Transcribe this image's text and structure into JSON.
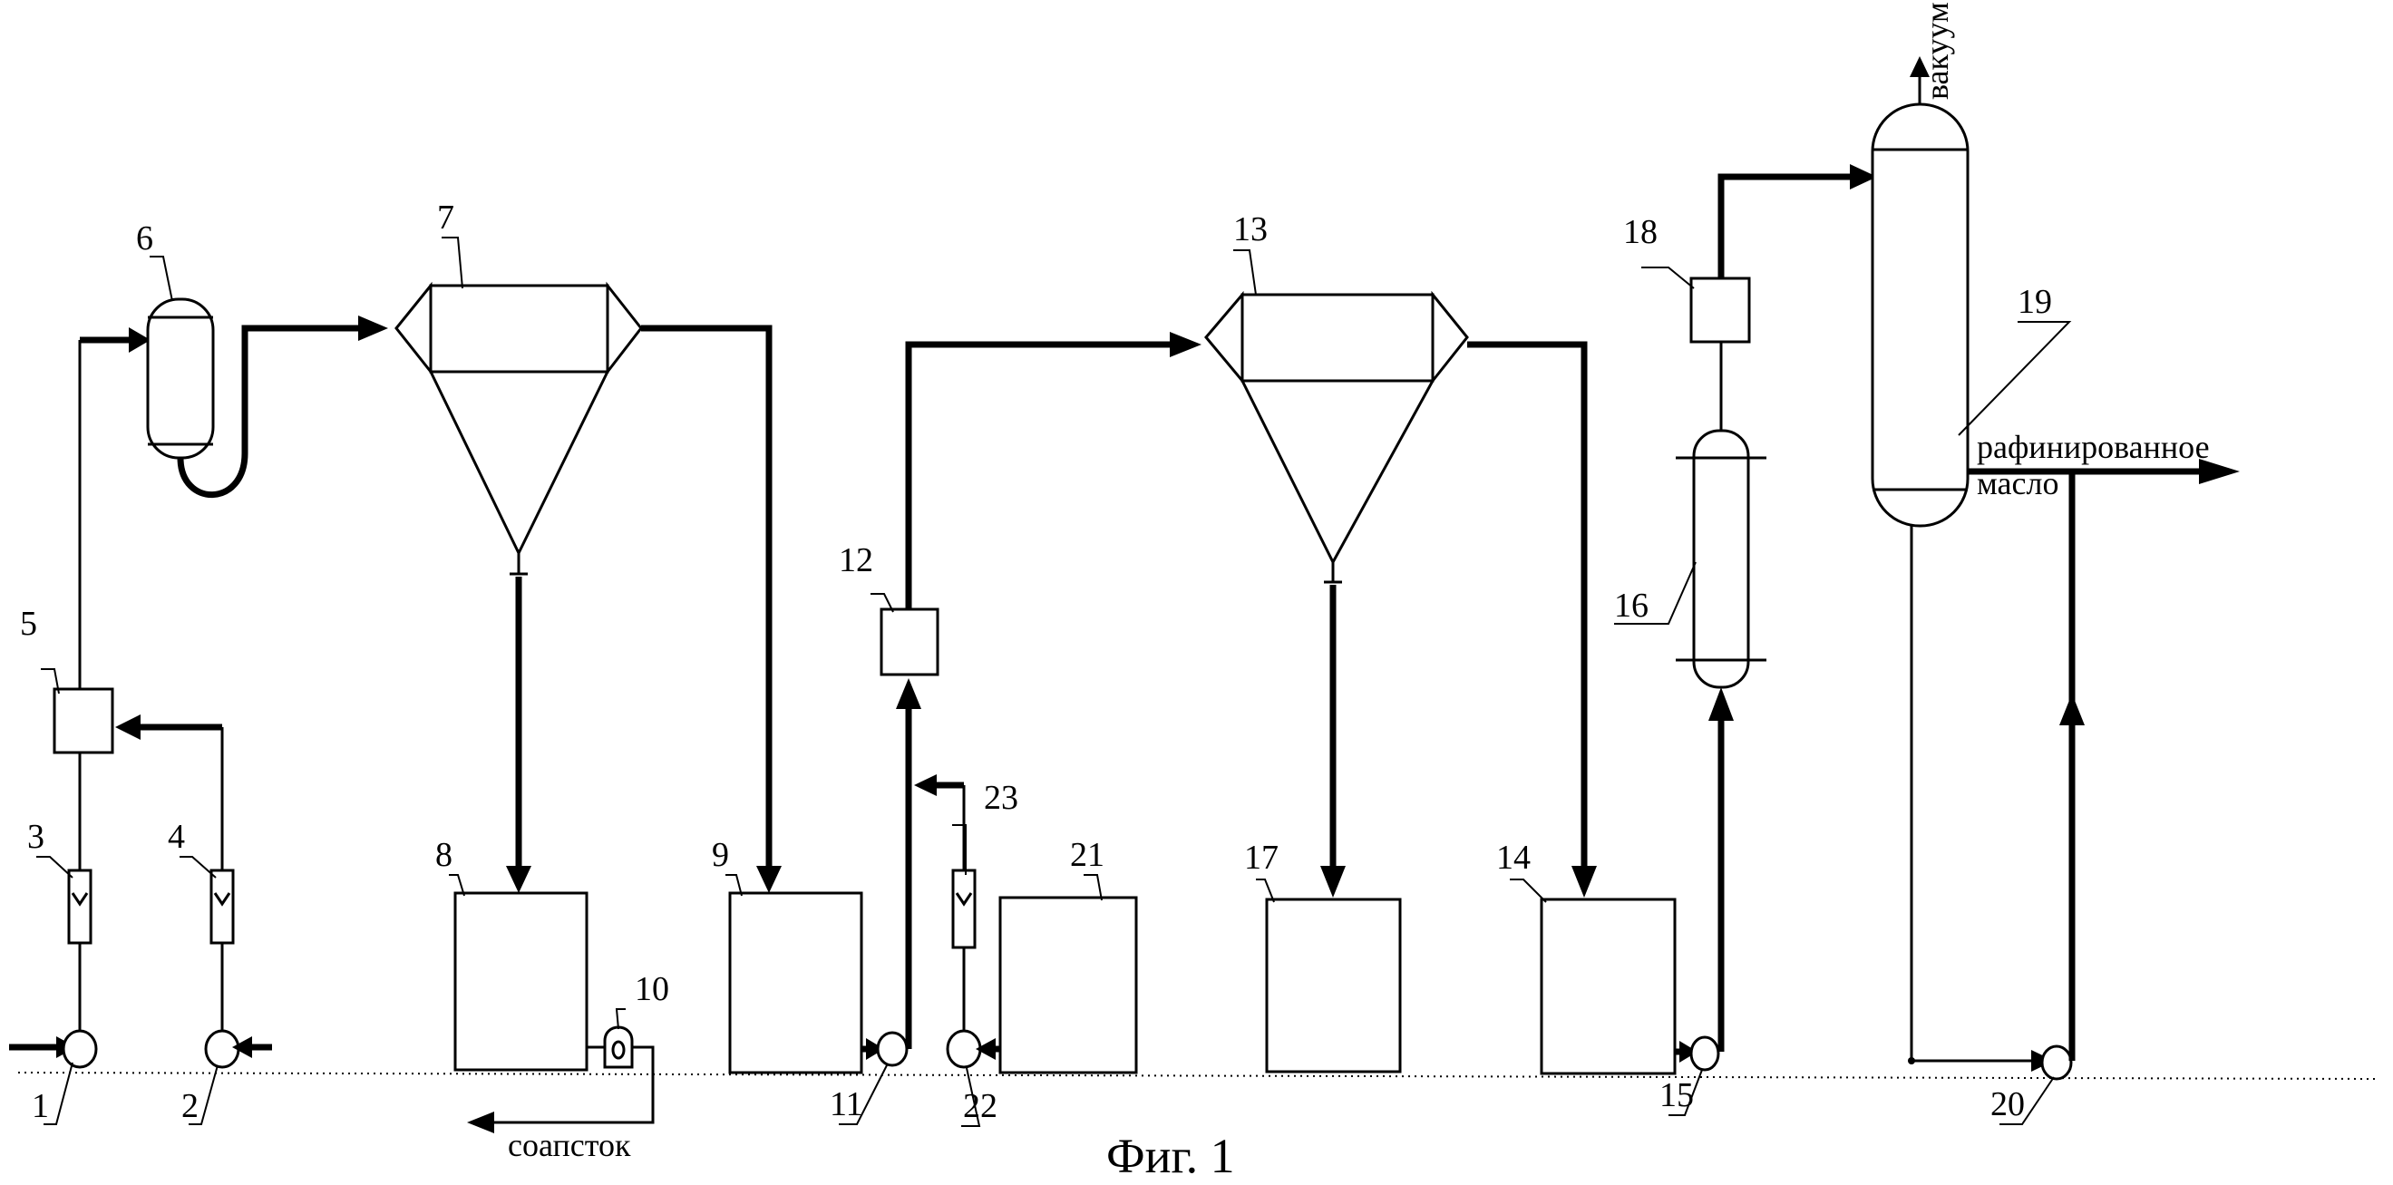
{
  "numbers": {
    "n1": "1",
    "n2": "2",
    "n3": "3",
    "n4": "4",
    "n5": "5",
    "n6": "6",
    "n7": "7",
    "n8": "8",
    "n9": "9",
    "n10": "10",
    "n11": "11",
    "n12": "12",
    "n13": "13",
    "n14": "14",
    "n15": "15",
    "n16": "16",
    "n17": "17",
    "n18": "18",
    "n19": "19",
    "n20": "20",
    "n21": "21",
    "n22": "22",
    "n23": "23"
  },
  "labels": {
    "soapstock": "соапсток",
    "vacuum": "вакуум",
    "refined_line1": "рафинированное",
    "refined_line2": "масло"
  },
  "caption": "Фиг. 1"
}
